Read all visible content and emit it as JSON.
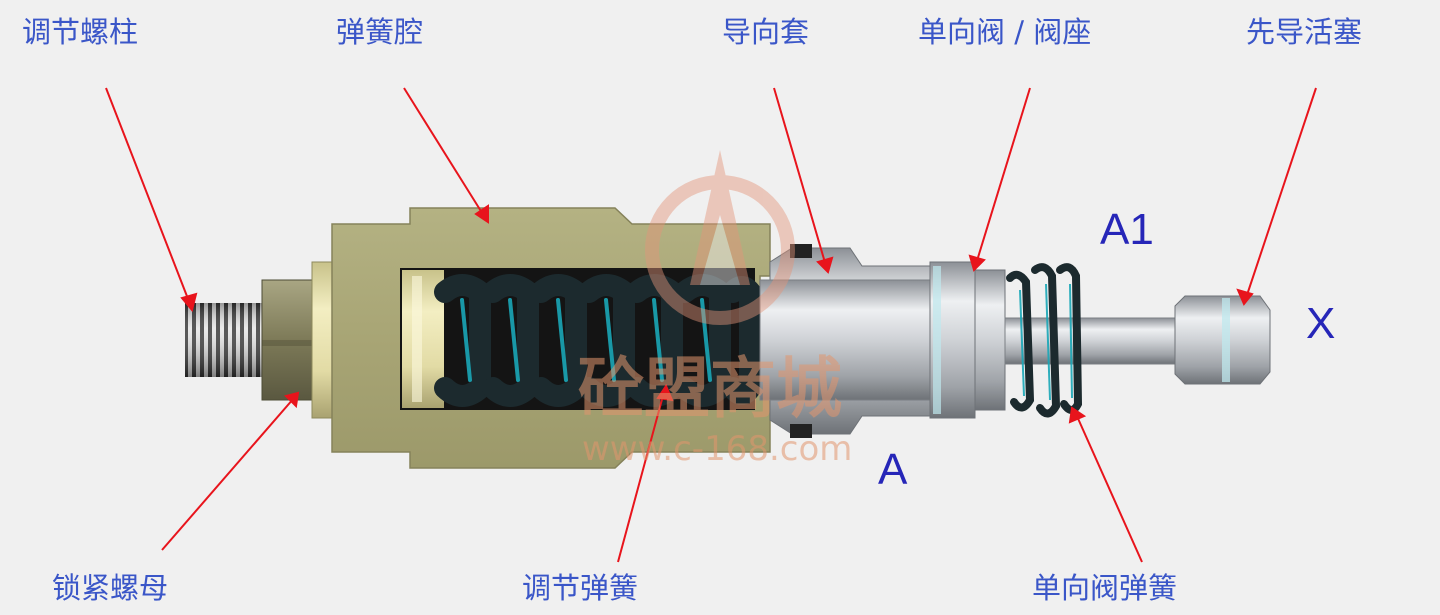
{
  "labels": {
    "adjust_screw": "调节螺柱",
    "spring_chamber": "弹簧腔",
    "guide_sleeve": "导向套",
    "check_valve_seat": "单向阀 / 阀座",
    "pilot_piston": "先导活塞",
    "lock_nut": "锁紧螺母",
    "adjust_spring": "调节弹簧",
    "check_valve_spring": "单向阀弹簧"
  },
  "ports": {
    "a1": "A1",
    "x": "X",
    "a": "A"
  },
  "watermark": {
    "title": "砼盟商城",
    "url": "www.c-168.com"
  },
  "colors": {
    "label": "#3a56c8",
    "port": "#2626b8",
    "leader": "#e8141c",
    "housing": "#a9a677",
    "spring": "#1c2a2e",
    "spring_highlight": "#1aa7b7",
    "metal": "#c8cacd",
    "watermark": "#e3957a",
    "background": "#f0f0f0"
  }
}
